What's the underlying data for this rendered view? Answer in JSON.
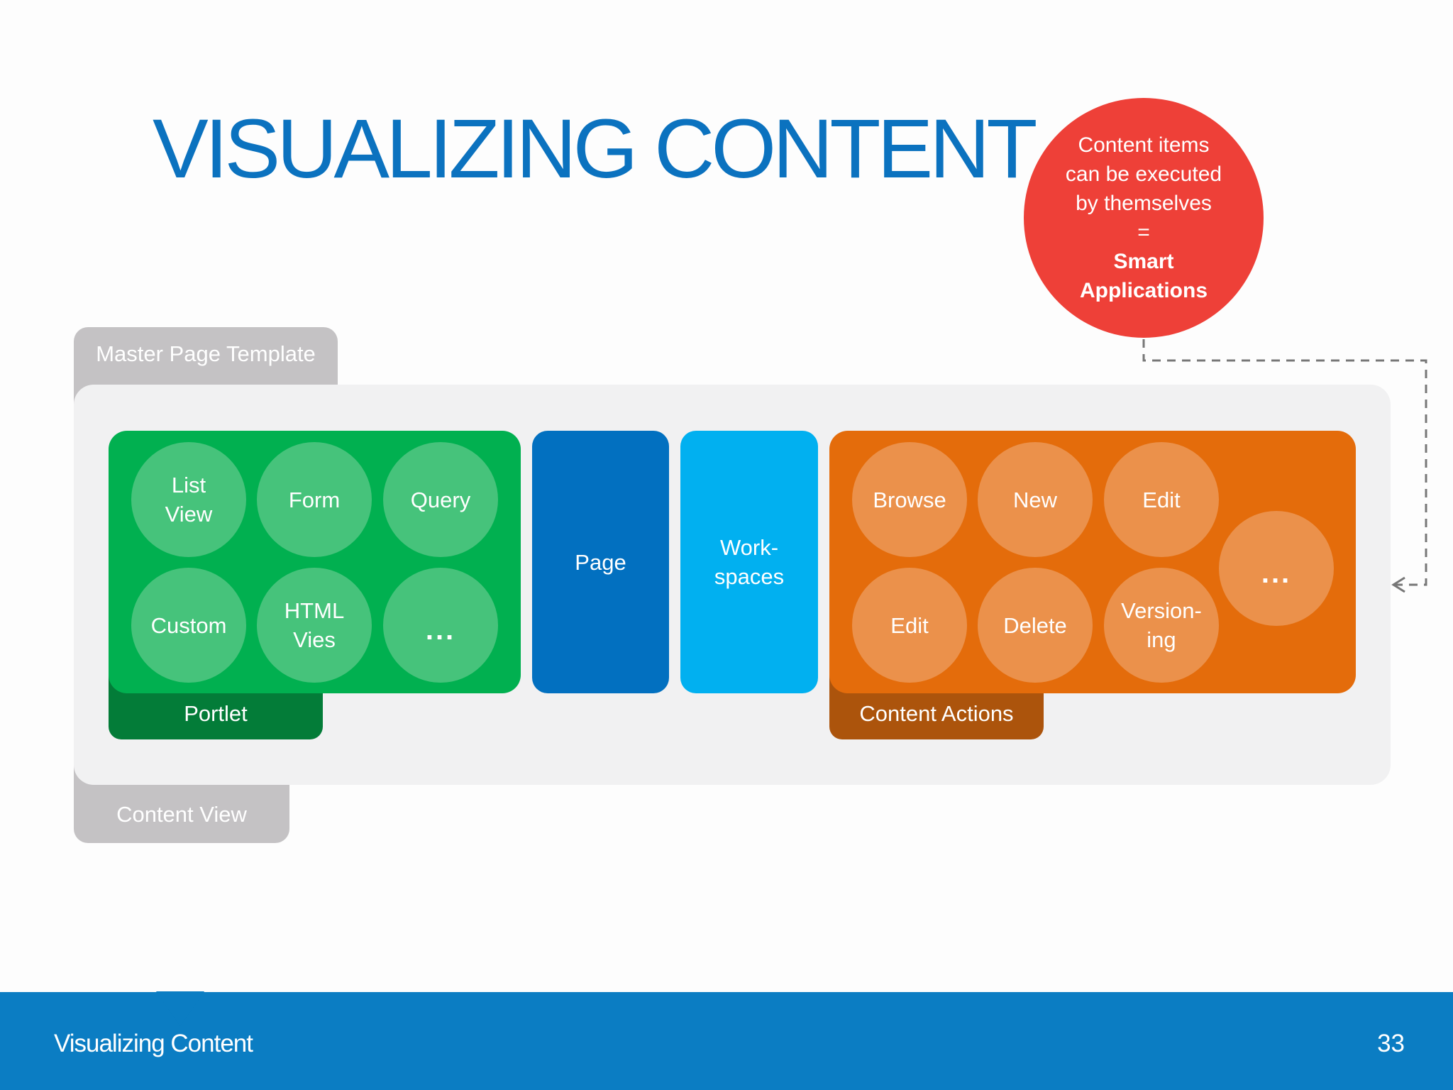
{
  "slide": {
    "title": "VISUALIZING CONTENT",
    "page_number": "33"
  },
  "footer": {
    "title": "Visualizing Content"
  },
  "callout": {
    "line1": "Content items",
    "line2": "can be executed",
    "line3": "by themselves",
    "equals": "=",
    "emphasis1": "Smart",
    "emphasis2": "Applications"
  },
  "master_page_template": {
    "label": "Master Page Template"
  },
  "content_view": {
    "label": "Content View"
  },
  "portlet": {
    "label": "Portlet",
    "items": [
      "List\nView",
      "Form",
      "Query",
      "Custom",
      "HTML\nVies",
      "..."
    ]
  },
  "page": {
    "label": "Page"
  },
  "workspaces": {
    "label": "Work-\nspaces"
  },
  "content_actions": {
    "label": "Content Actions",
    "items": [
      "Browse",
      "New",
      "Edit",
      "Edit",
      "Delete",
      "Version-\ning",
      "..."
    ]
  },
  "colors": {
    "title_blue": "#0b72bf",
    "callout_red": "#ee4038",
    "portlet_green": "#01b050",
    "portlet_dark_green": "#037c38",
    "page_blue": "#0270c0",
    "workspaces_cyan": "#01b0f0",
    "actions_orange": "#e46c0b",
    "actions_dark_orange": "#ac540c",
    "template_gray": "#c4c2c4",
    "footer_blue": "#0b7dc3"
  }
}
